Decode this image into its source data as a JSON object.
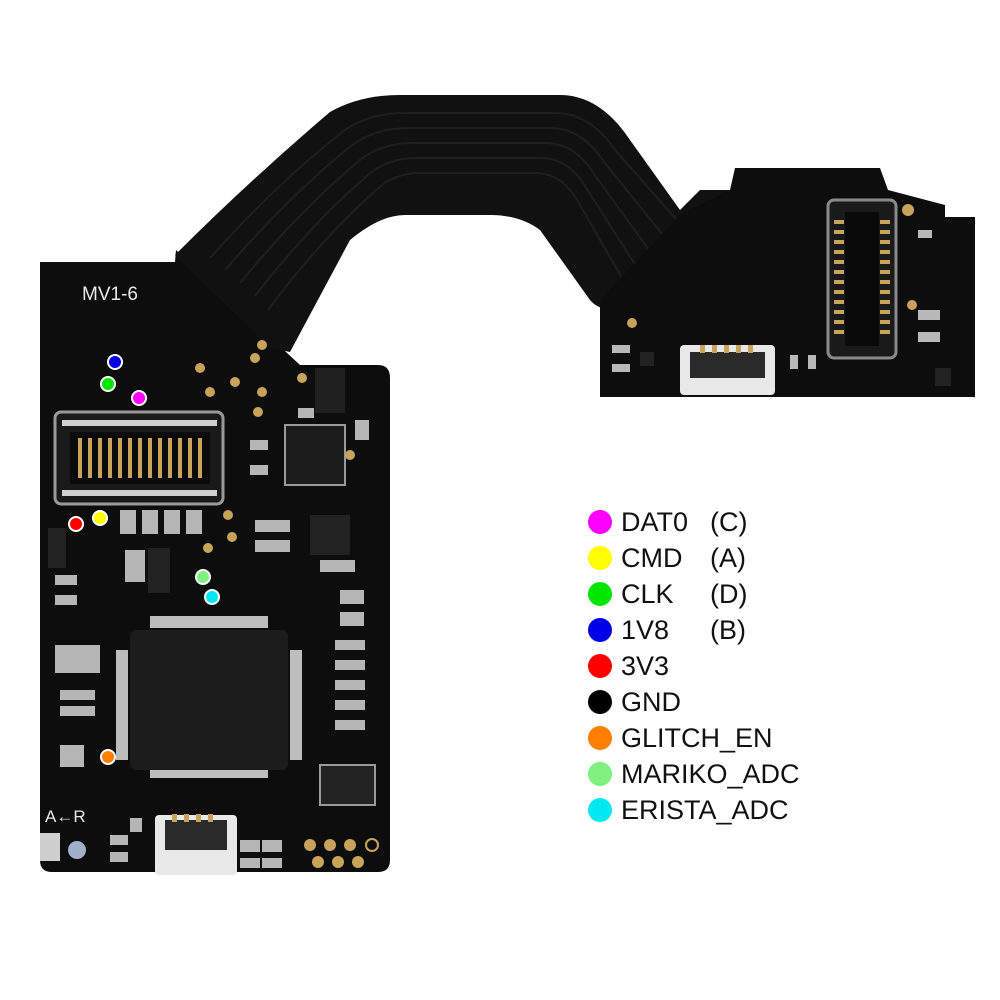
{
  "board": {
    "model_label": "MV1-6",
    "led_label": "A←R"
  },
  "legend": [
    {
      "name": "DAT0",
      "tag": "(C)",
      "color": "#ff00ff"
    },
    {
      "name": "CMD",
      "tag": "(A)",
      "color": "#ffff00"
    },
    {
      "name": "CLK",
      "tag": "(D)",
      "color": "#00e600"
    },
    {
      "name": "1V8",
      "tag": "(B)",
      "color": "#0000e6"
    },
    {
      "name": "3V3",
      "tag": "",
      "color": "#ff0000"
    },
    {
      "name": "GND",
      "tag": "",
      "color": "#000000"
    },
    {
      "name": "GLITCH_EN",
      "tag": "",
      "color": "#ff8000"
    },
    {
      "name": "MARIKO_ADC",
      "tag": "",
      "color": "#80f080"
    },
    {
      "name": "ERISTA_ADC",
      "tag": "",
      "color": "#00e8f0"
    }
  ]
}
